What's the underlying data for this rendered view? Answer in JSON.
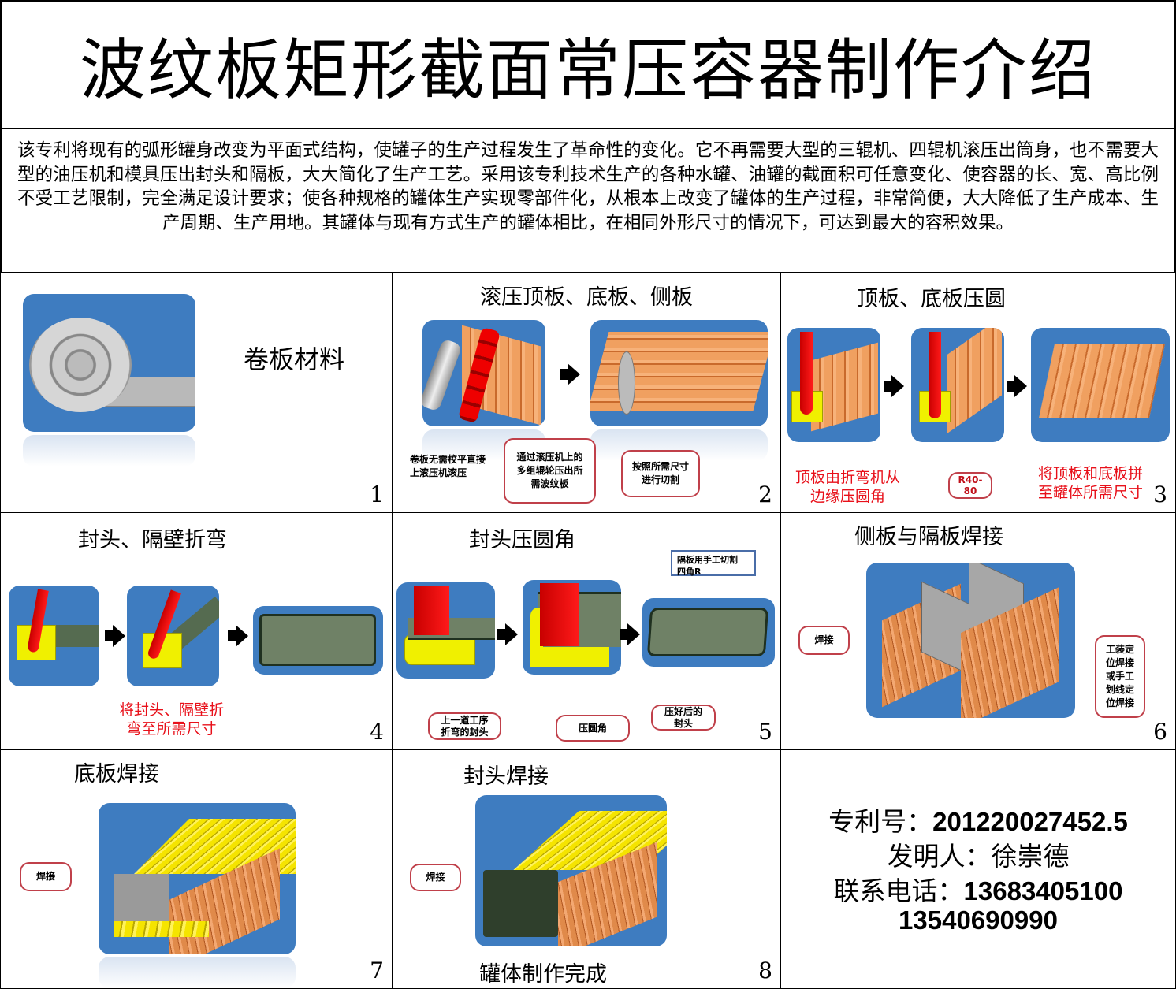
{
  "title": "波纹板矩形截面常压容器制作介绍",
  "intro": "该专利将现有的弧形罐身改变为平面式结构，使罐子的生产过程发生了革命性的变化。它不再需要大型的三辊机、四辊机滚压出筒身，也不需要大型的油压机和模具压出封头和隔板，大大简化了生产工艺。采用该专利技术生产的各种水罐、油罐的截面积可任意变化、使容器的长、宽、高比例不受工艺限制，完全满足设计要求；使各种规格的罐体生产实现零部件化，从根本上改变了罐体的生产过程，非常简便，大大降低了生产成本、生产周期、生产用地。其罐体与现有方式生产的罐体相比，在相同外形尺寸的情况下，可达到最大的容积效果。",
  "panels": {
    "p1": {
      "label": "卷板材料",
      "num": "1"
    },
    "p2": {
      "title": "滚压顶板、底板、侧板",
      "text": "卷板无需校平直接上滚压机滚压",
      "call1": "通过滚压机上的多组辊轮压出所需波纹板",
      "call2": "按照所需尺寸进行切割",
      "num": "2"
    },
    "p3": {
      "title": "顶板、底板压圆",
      "red1": "顶板由折弯机从\n边缘压圆角",
      "call": "R40-\n80",
      "red2": "将顶板和底板拼\n至罐体所需尺寸",
      "num": "3"
    },
    "p4": {
      "title": "封头、隔壁折弯",
      "red": "将封头、隔壁折\n弯至所需尺寸",
      "num": "4"
    },
    "p5": {
      "title": "封头压圆角",
      "note": "隔板用手工切割\n四角R",
      "call1": "上一道工序\n折弯的封头",
      "call2": "压圆角",
      "call3": "压好后的\n封头",
      "num": "5"
    },
    "p6": {
      "title": "侧板与隔板焊接",
      "call1": "焊接",
      "call2": "工装定\n位焊接\n或手工\n划线定\n位焊接",
      "num": "6"
    },
    "p7": {
      "title": "底板焊接",
      "call": "焊接",
      "num": "7"
    },
    "p8": {
      "title": "封头焊接",
      "call": "焊接",
      "caption": "罐体制作完成",
      "num": "8"
    },
    "p9": {
      "patent_label": "专利号：",
      "patent_no": "201220027452.5",
      "inventor_label": "发明人：",
      "inventor": "徐崇德",
      "phone_label": "联系电话：",
      "phone1": "13683405100",
      "phone2": "13540690990"
    }
  }
}
